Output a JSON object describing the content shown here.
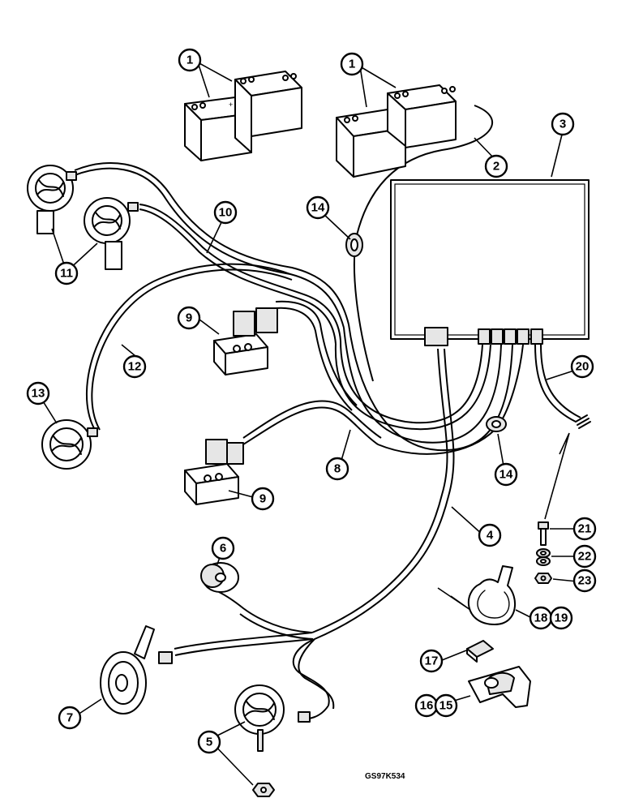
{
  "callouts": {
    "c1a": "1",
    "c1b": "1",
    "c2": "2",
    "c3": "3",
    "c4": "4",
    "c5": "5",
    "c6": "6",
    "c7": "7",
    "c8": "8",
    "c9a": "9",
    "c9b": "9",
    "c10": "10",
    "c11": "11",
    "c12": "12",
    "c13": "13",
    "c14a": "14",
    "c14b": "14",
    "c15": "15",
    "c16": "16",
    "c17": "17",
    "c18": "18",
    "c19": "19",
    "c20": "20",
    "c21": "21",
    "c22": "22",
    "c23": "23"
  },
  "drawing_id": "GS97K534",
  "colors": {
    "ink": "#000000",
    "paper": "#ffffff"
  },
  "icons": [
    "battery-icon",
    "work-lamp-icon",
    "relay-icon",
    "switch-icon",
    "horn-icon",
    "clamp-icon",
    "bracket-icon",
    "bolt-icon",
    "washer-icon",
    "nut-icon",
    "grommet-icon",
    "fuse-box-icon"
  ]
}
